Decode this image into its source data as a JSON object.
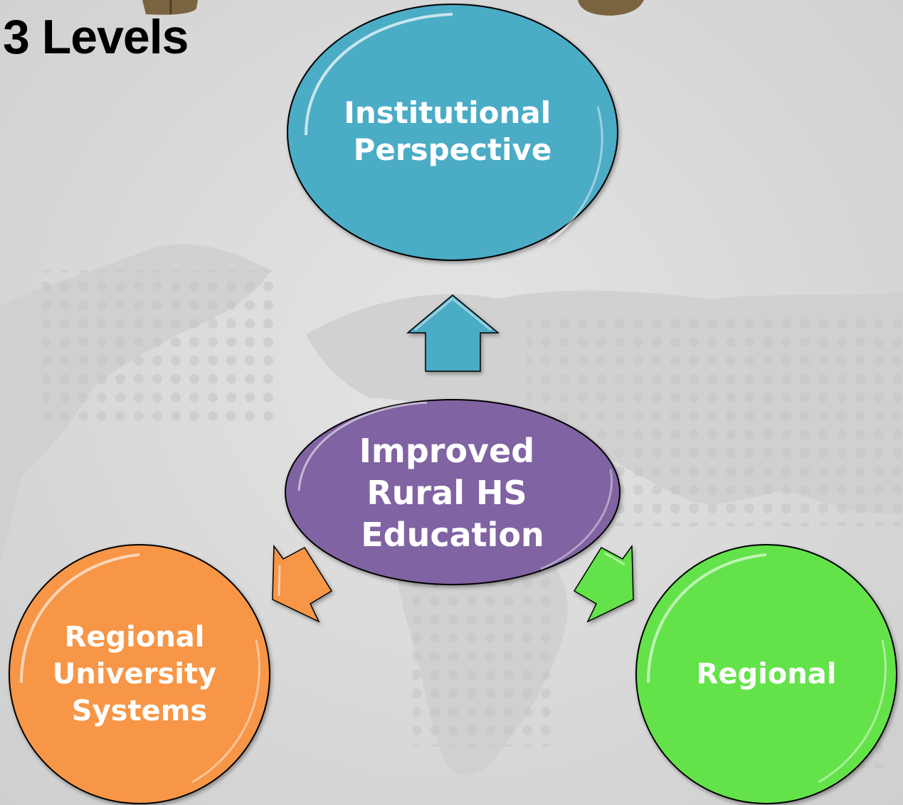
{
  "title": "3 Levels",
  "nodes": {
    "top": {
      "lines": [
        "Institutional",
        "Perspective"
      ],
      "color": "#4BACC6"
    },
    "center": {
      "lines": [
        "Improved",
        "Rural HS",
        "Education"
      ],
      "color": "#8064A2"
    },
    "left": {
      "lines": [
        "Regional",
        "University",
        "Systems"
      ],
      "color": "#F79646"
    },
    "right": {
      "lines": [
        "Regional"
      ],
      "color": "#63E34A"
    }
  },
  "arrows": {
    "top_color": "#4BACC6",
    "left_color": "#F79646",
    "right_color": "#63E34A"
  },
  "colors": {
    "background": "#D9D9D9",
    "map_land": "#CFCFCF",
    "map_dots": "#C4C4C4",
    "outline": "#000000"
  }
}
